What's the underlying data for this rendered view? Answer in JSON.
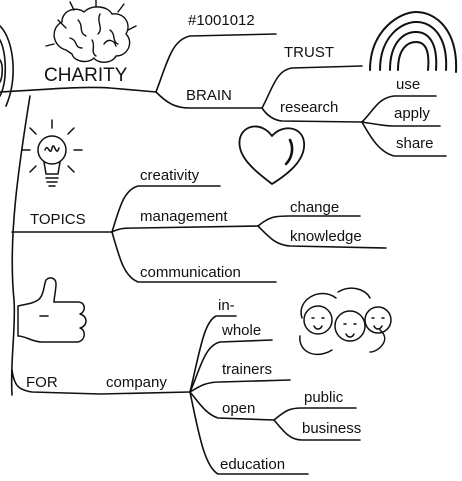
{
  "nodes": [
    {
      "id": "charity",
      "label": "CHARITY",
      "size": "big"
    },
    {
      "id": "id-number",
      "label": "#1001012"
    },
    {
      "id": "brain",
      "label": "BRAIN"
    },
    {
      "id": "trust",
      "label": "TRUST"
    },
    {
      "id": "research",
      "label": "research"
    },
    {
      "id": "use",
      "label": "use"
    },
    {
      "id": "apply",
      "label": "apply"
    },
    {
      "id": "share",
      "label": "share"
    },
    {
      "id": "topics",
      "label": "TOPICS"
    },
    {
      "id": "creativity",
      "label": "creativity"
    },
    {
      "id": "management",
      "label": "management"
    },
    {
      "id": "change",
      "label": "change"
    },
    {
      "id": "knowledge",
      "label": "knowledge"
    },
    {
      "id": "communication",
      "label": "communication"
    },
    {
      "id": "for",
      "label": "FOR"
    },
    {
      "id": "company",
      "label": "company"
    },
    {
      "id": "in",
      "label": "in-"
    },
    {
      "id": "whole",
      "label": "whole"
    },
    {
      "id": "trainers",
      "label": "trainers"
    },
    {
      "id": "open",
      "label": "open"
    },
    {
      "id": "public",
      "label": "public"
    },
    {
      "id": "business",
      "label": "business"
    },
    {
      "id": "education",
      "label": "education"
    }
  ],
  "edges": [
    [
      "charity",
      "id-number"
    ],
    [
      "charity",
      "brain"
    ],
    [
      "brain",
      "trust"
    ],
    [
      "brain",
      "research"
    ],
    [
      "research",
      "use"
    ],
    [
      "research",
      "apply"
    ],
    [
      "research",
      "share"
    ],
    [
      "topics",
      "creativity"
    ],
    [
      "topics",
      "management"
    ],
    [
      "topics",
      "communication"
    ],
    [
      "management",
      "change"
    ],
    [
      "management",
      "knowledge"
    ],
    [
      "for",
      "company"
    ],
    [
      "company",
      "in"
    ],
    [
      "company",
      "whole"
    ],
    [
      "company",
      "trainers"
    ],
    [
      "company",
      "open"
    ],
    [
      "company",
      "education"
    ],
    [
      "open",
      "public"
    ],
    [
      "open",
      "business"
    ]
  ],
  "illustrations": [
    {
      "id": "brain-clipart",
      "icon": "brain-icon"
    },
    {
      "id": "rainbow-clipart",
      "icon": "rainbow-icon"
    },
    {
      "id": "lightbulb-clipart",
      "icon": "lightbulb-icon"
    },
    {
      "id": "heart-clipart",
      "icon": "heart-icon"
    },
    {
      "id": "thumbs-up-clipart",
      "icon": "thumbs-up-icon"
    },
    {
      "id": "people-clipart",
      "icon": "people-icon"
    },
    {
      "id": "globe-edge-clipart",
      "icon": "globe-icon"
    }
  ],
  "colors": {
    "ink": "#111111",
    "background": "#ffffff"
  }
}
